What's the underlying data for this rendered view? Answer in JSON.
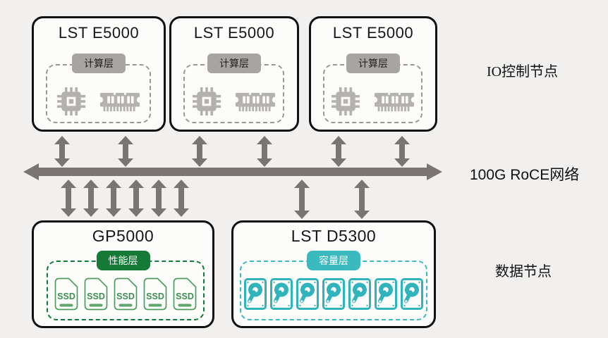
{
  "io_nodes": {
    "side_label": "IO控制节点",
    "servers": [
      {
        "title": "LST E5000",
        "layer_label": "计算层"
      },
      {
        "title": "LST E5000",
        "layer_label": "计算层"
      },
      {
        "title": "LST E5000",
        "layer_label": "计算层"
      }
    ]
  },
  "network": {
    "label": "100G RoCE网络"
  },
  "data_nodes": {
    "side_label": "数据节点",
    "performance": {
      "title": "GP5000",
      "layer_label": "性能层",
      "disk_label": "SSD",
      "disk_count": 5
    },
    "capacity": {
      "title": "LST D5300",
      "layer_label": "容量层",
      "disk_count": 7
    }
  },
  "colors": {
    "accent_green": "#157a38",
    "accent_teal": "#3ab9be",
    "connector_gray": "#7a7574",
    "layer_label_gray": "#a7a4a1"
  }
}
